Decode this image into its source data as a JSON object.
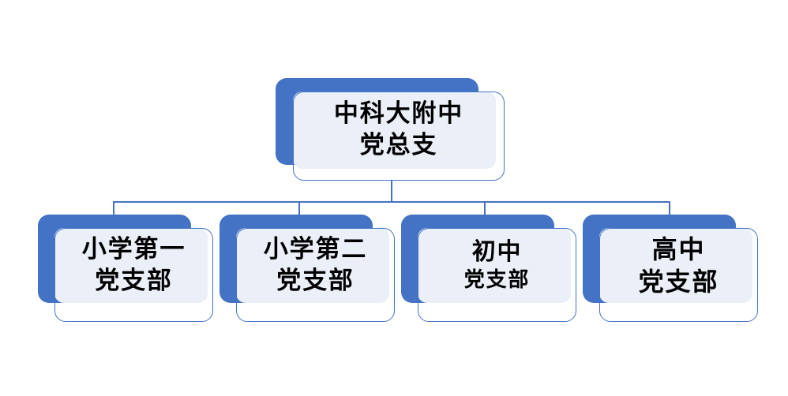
{
  "chart_data": {
    "type": "diagram",
    "subtype": "organization-chart",
    "title": "",
    "orientation": "top-down",
    "levels": 2,
    "node_count": 5,
    "colors": {
      "accent_blue": "#4472C4",
      "panel_fill": "#EAEFF8",
      "card_fill": "#FFFFFF",
      "border": "#4472C4",
      "text": "#000000",
      "background": "#FFFFFF"
    },
    "nodes": [
      {
        "id": "root",
        "lines": [
          "中科大附中",
          "党总支"
        ],
        "level": 0
      },
      {
        "id": "child1",
        "lines": [
          "小学第一",
          "党支部"
        ],
        "level": 1
      },
      {
        "id": "child2",
        "lines": [
          "小学第二",
          "党支部"
        ],
        "level": 1
      },
      {
        "id": "child3",
        "lines": [
          "初中",
          "党支部"
        ],
        "level": 1
      },
      {
        "id": "child4",
        "lines": [
          "高中",
          "党支部"
        ],
        "level": 1
      }
    ],
    "edges": [
      {
        "from": "root",
        "to": "child1"
      },
      {
        "from": "root",
        "to": "child2"
      },
      {
        "from": "root",
        "to": "child3"
      },
      {
        "from": "root",
        "to": "child4"
      }
    ]
  },
  "diagram": {
    "root": {
      "line1": "中科大附中",
      "line2": "党总支"
    },
    "children": [
      {
        "line1": "小学第一",
        "line2": "党支部"
      },
      {
        "line1": "小学第二",
        "line2": "党支部"
      },
      {
        "line1": "初中",
        "line2": "党支部"
      },
      {
        "line1": "高中",
        "line2": "党支部"
      }
    ]
  }
}
